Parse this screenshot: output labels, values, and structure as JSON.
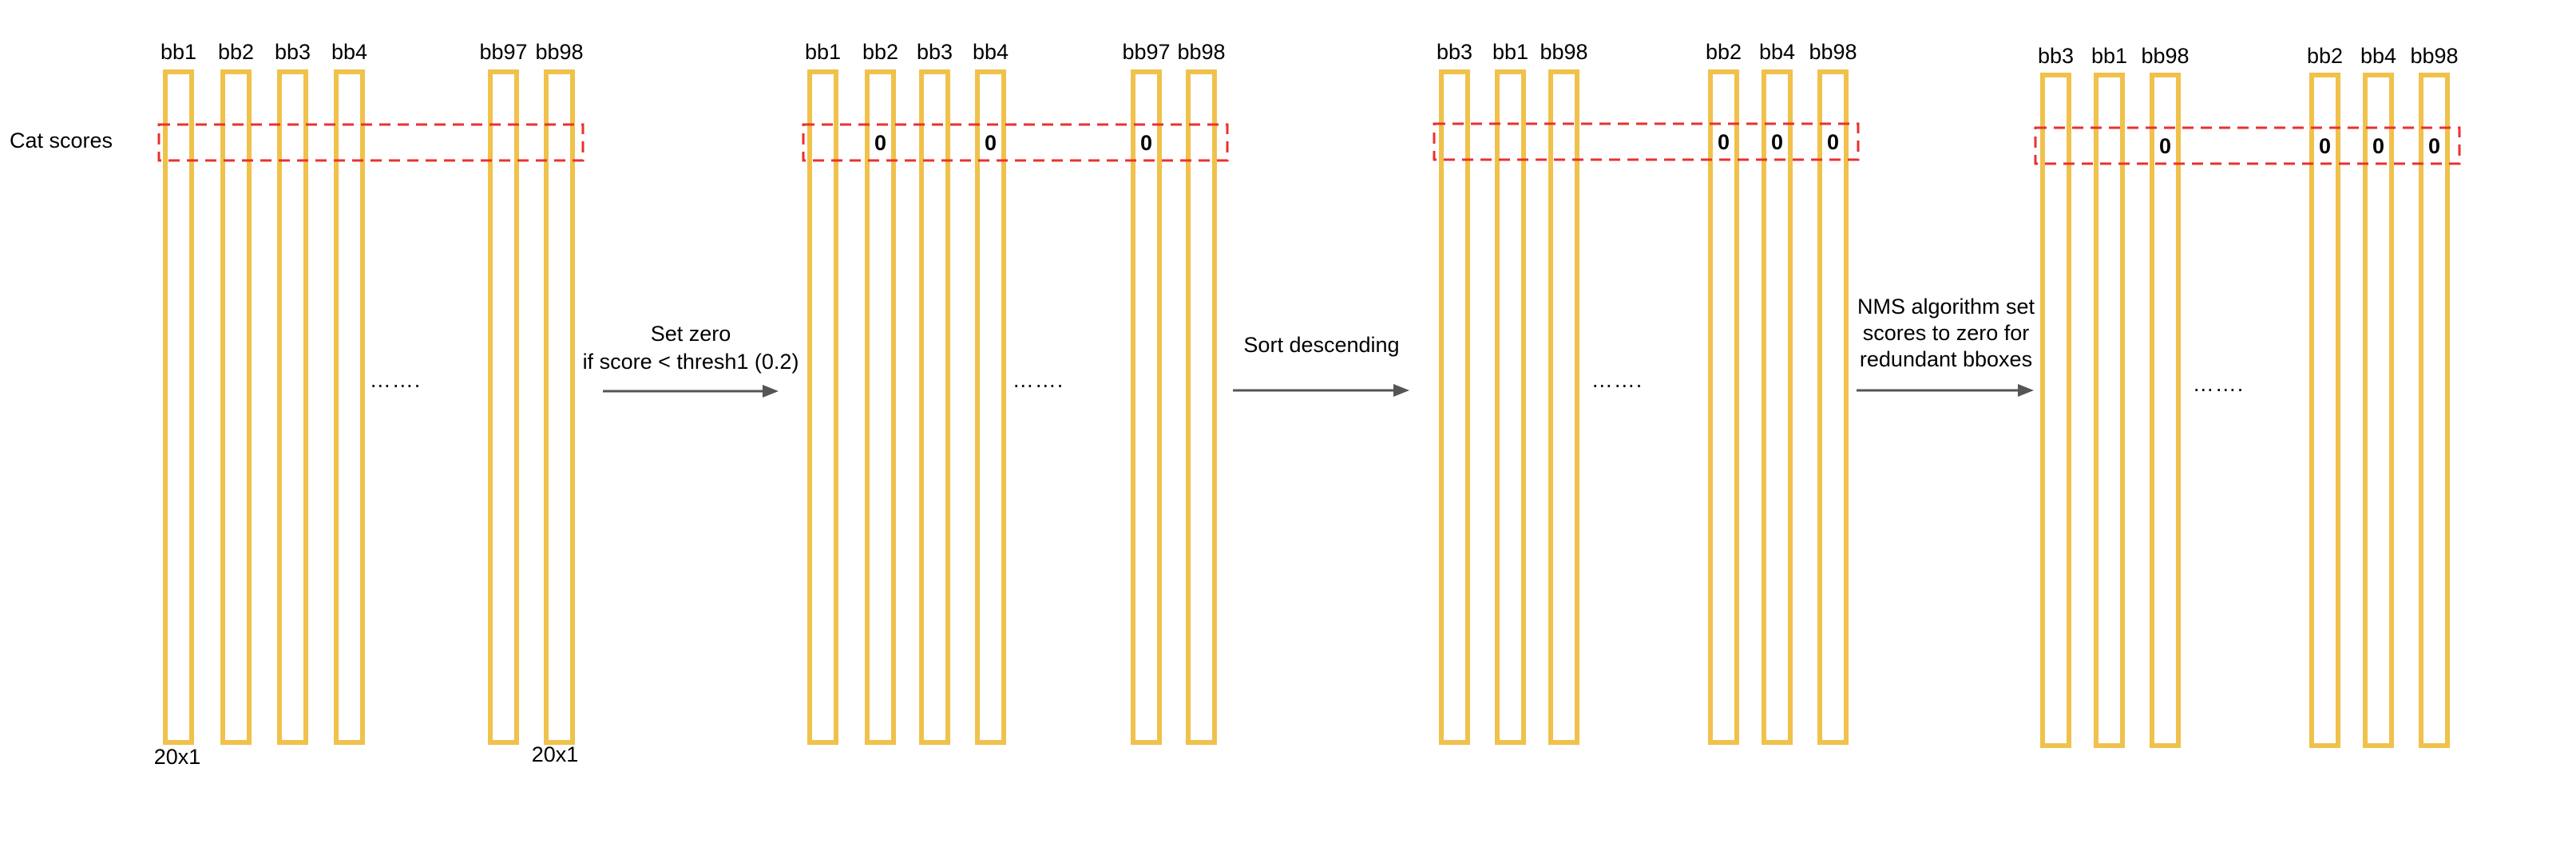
{
  "row_label": "Cat scores",
  "panels": [
    {
      "columns": [
        "bb1",
        "bb2",
        "bb3",
        "bb4",
        "bb97",
        "bb98"
      ],
      "zero_mask": [
        false,
        false,
        false,
        false,
        false,
        false
      ],
      "ellipsis": "…….",
      "dims": [
        "20x1",
        "20x1"
      ]
    },
    {
      "columns": [
        "bb1",
        "bb2",
        "bb3",
        "bb4",
        "bb97",
        "bb98"
      ],
      "zero_mask": [
        false,
        true,
        false,
        true,
        true,
        false
      ],
      "ellipsis": "…….",
      "dims": []
    },
    {
      "columns": [
        "bb3",
        "bb1",
        "bb98",
        "bb2",
        "bb4",
        "bb98"
      ],
      "zero_mask": [
        false,
        false,
        false,
        true,
        true,
        true
      ],
      "ellipsis": "…….",
      "dims": []
    },
    {
      "columns": [
        "bb3",
        "bb1",
        "bb98",
        "bb2",
        "bb4",
        "bb98"
      ],
      "zero_mask": [
        false,
        false,
        true,
        true,
        true,
        true
      ],
      "ellipsis": "…….",
      "dims": []
    }
  ],
  "zero_text": "0",
  "arrows": [
    {
      "lines": [
        "Set zero",
        "if score < thresh1 (0.2)"
      ]
    },
    {
      "lines": [
        "Sort descending"
      ]
    },
    {
      "lines": [
        "NMS algorithm set",
        "scores to zero for",
        "redundant bboxes"
      ]
    }
  ],
  "colors": {
    "column": "#f0c14b",
    "band": "#e8322f",
    "arrow": "#555555"
  }
}
